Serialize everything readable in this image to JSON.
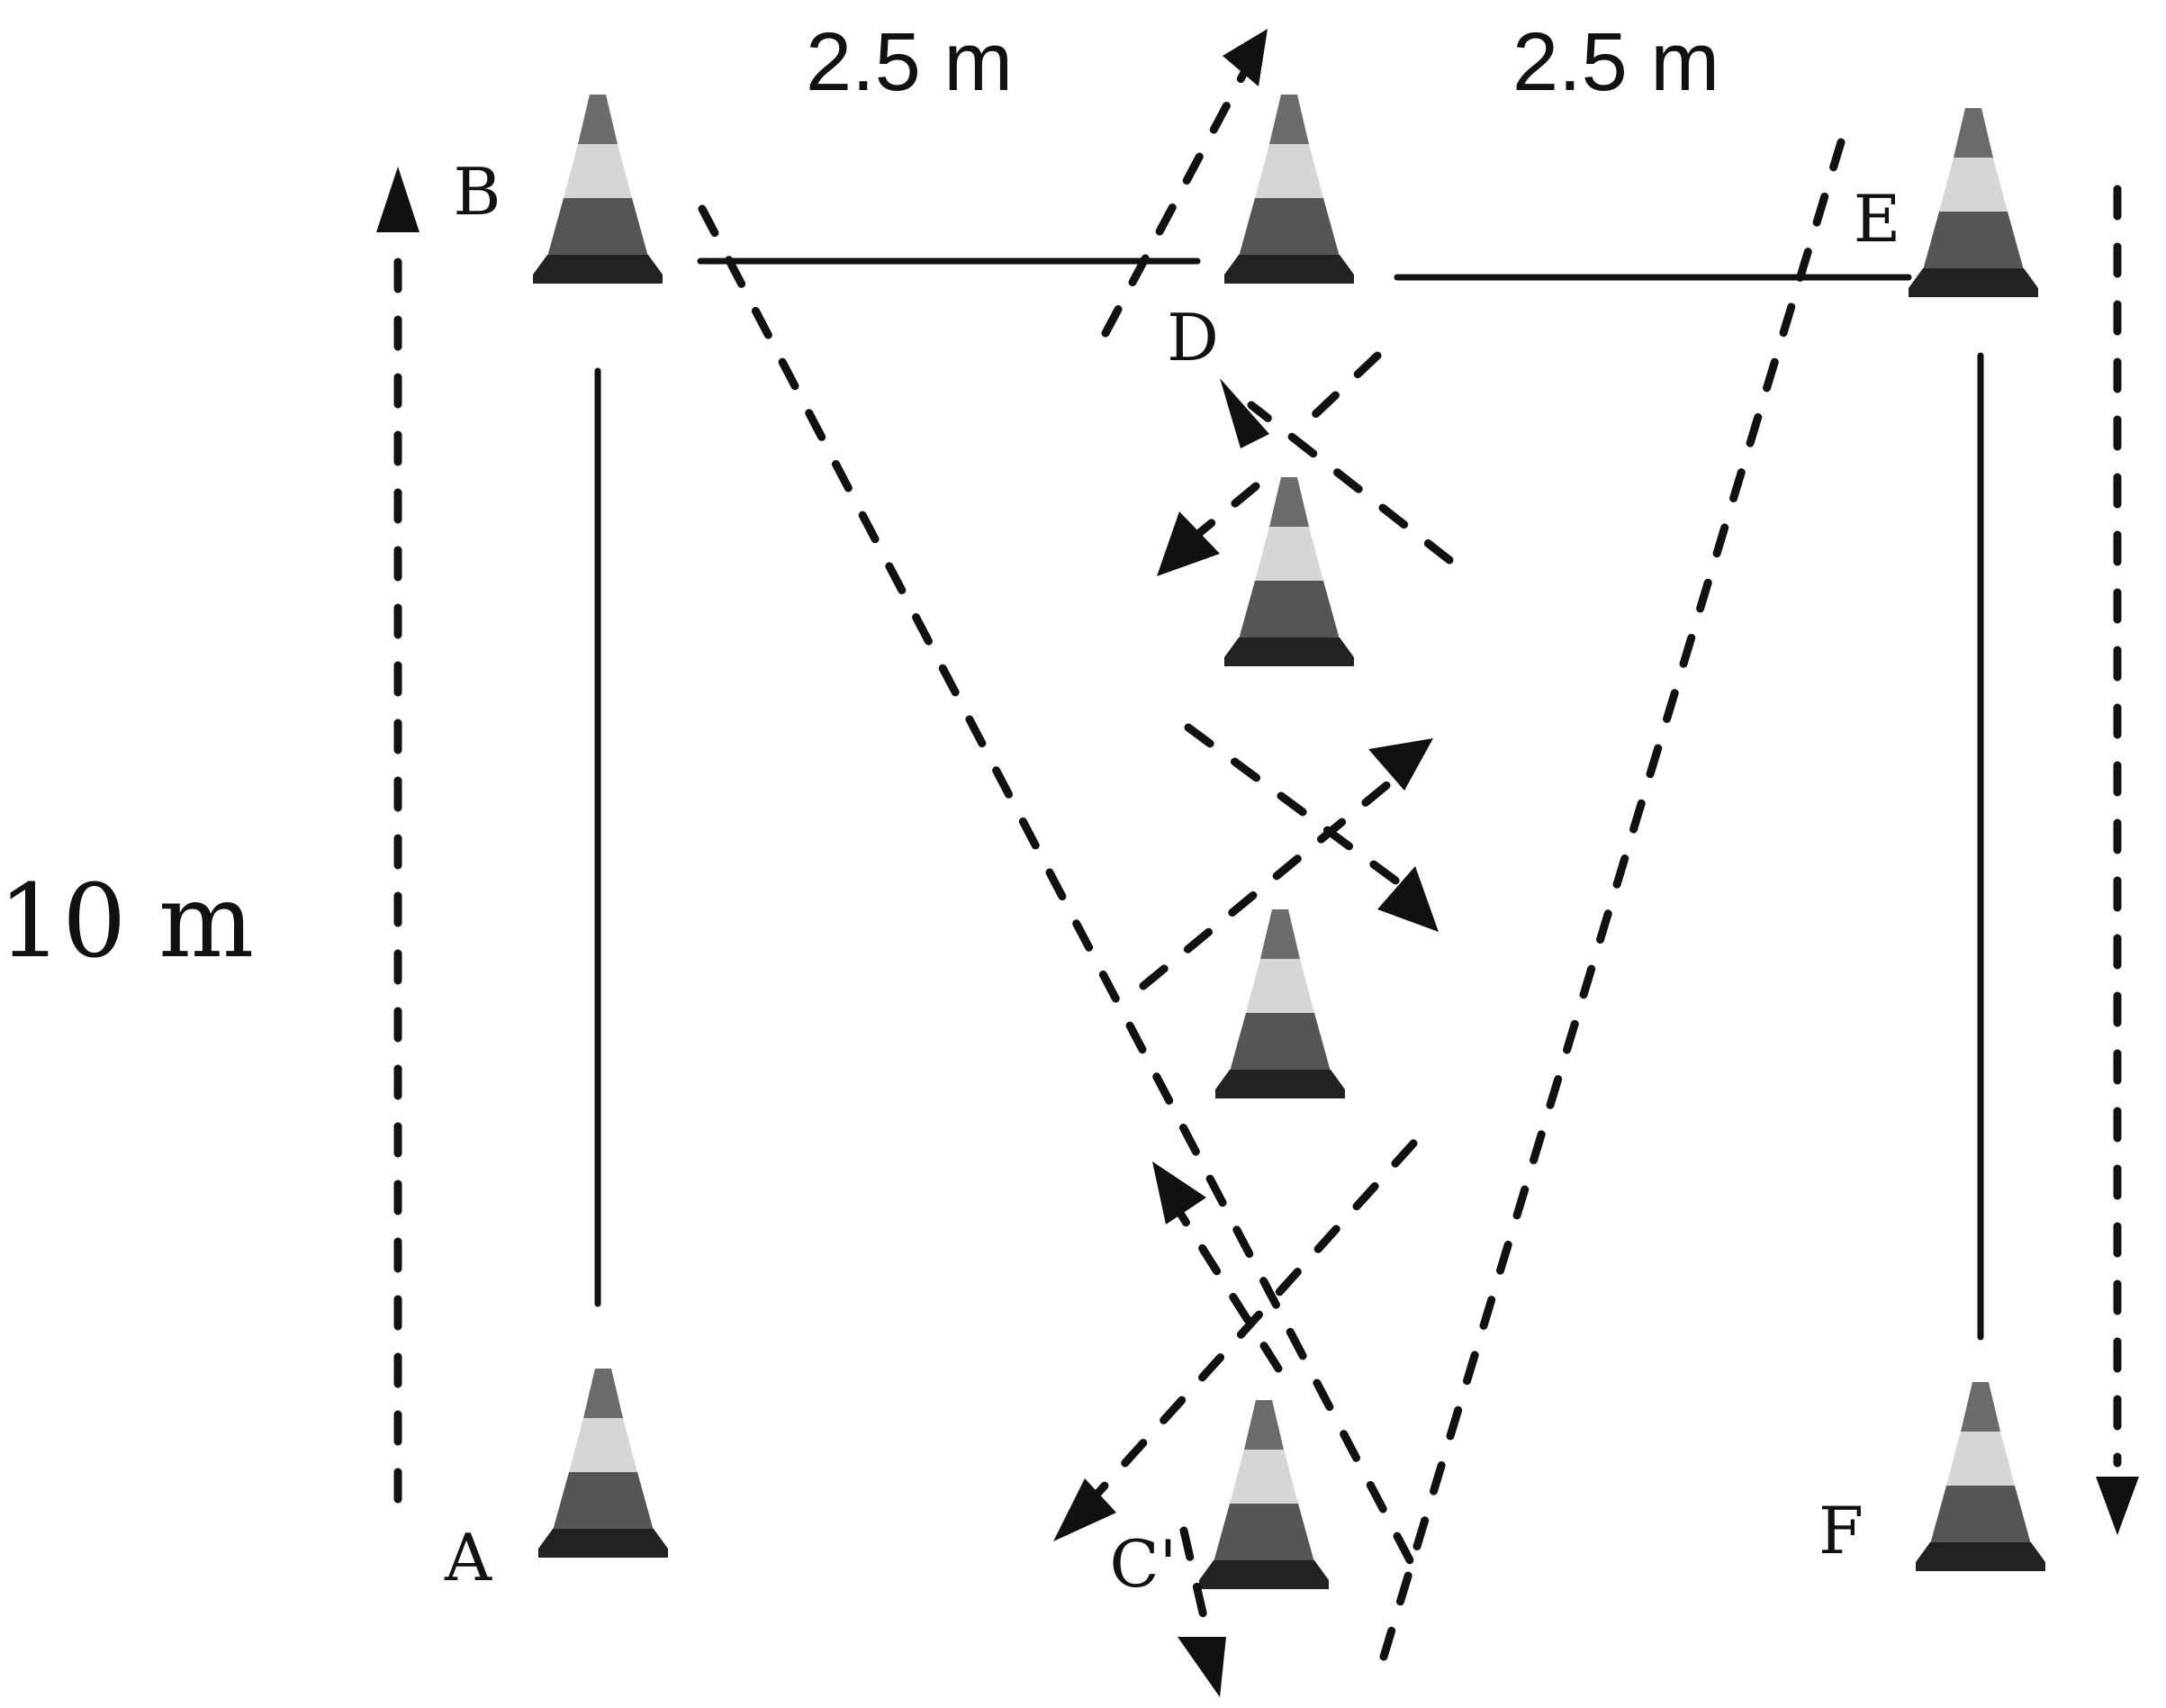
{
  "labels": {
    "dist_top_left": "2.5 m",
    "dist_top_right": "2.5 m",
    "dist_side": "10 m",
    "cone_a": "A",
    "cone_b": "B",
    "cone_c": "C'",
    "cone_d": "D",
    "cone_e": "E",
    "cone_f": "F"
  },
  "colors": {
    "ink": "#111111",
    "cone_top": "#6b6b6b",
    "cone_band": "#d6d6d6",
    "cone_mid": "#555555",
    "cone_base": "#222222"
  }
}
